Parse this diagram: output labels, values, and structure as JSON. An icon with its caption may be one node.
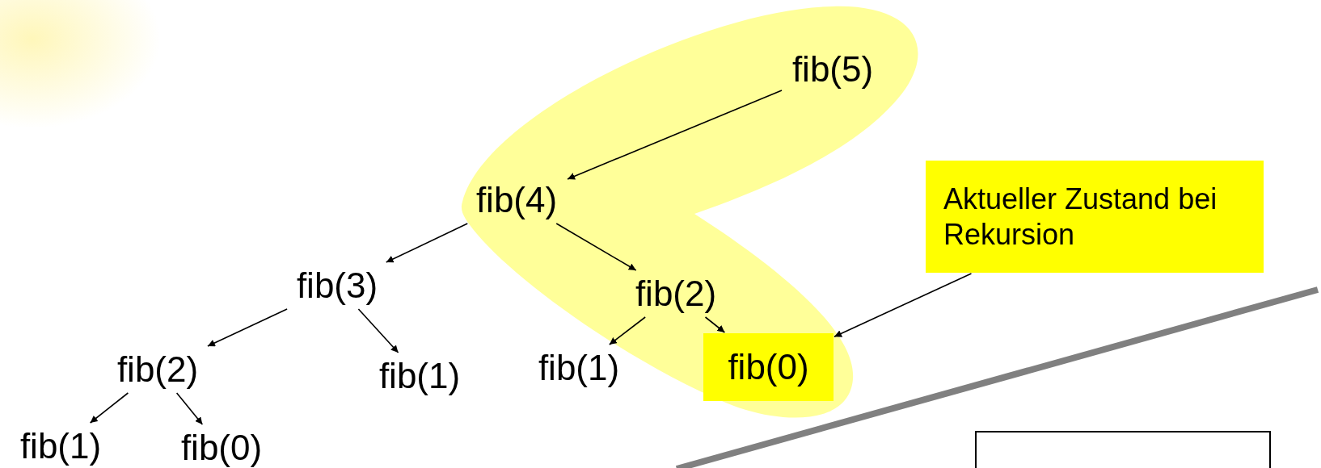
{
  "diagram": {
    "nodes": [
      {
        "text": [
          "fib(5)"
        ]
      },
      {
        "text": [
          "fib(4)"
        ]
      },
      {
        "text": [
          "fib(3)"
        ]
      },
      {
        "text": [
          "fib(2)"
        ]
      },
      {
        "text": [
          "fib(2)"
        ]
      },
      {
        "text": [
          "fib(1)"
        ]
      },
      {
        "text": [
          "fib(1)"
        ]
      },
      {
        "text": [
          "fib(0)"
        ]
      },
      {
        "text": [
          "fib(1)"
        ]
      },
      {
        "text": [
          "fib(0)"
        ]
      },
      {
        "text": [
          "Aktueller Zustand bei Rekursion"
        ]
      },
      {
        "text": [],
        "shape": "box"
      }
    ],
    "edges": [
      {
        "from": 0,
        "to": 1,
        "arrow": "to"
      },
      {
        "from": 1,
        "to": 2,
        "arrow": "to"
      },
      {
        "from": 1,
        "to": 3,
        "arrow": "to"
      },
      {
        "from": 2,
        "to": 4,
        "arrow": "to"
      },
      {
        "from": 2,
        "to": 5,
        "arrow": "to"
      },
      {
        "from": 3,
        "to": 6,
        "arrow": "to"
      },
      {
        "from": 3,
        "to": 7,
        "arrow": "to"
      },
      {
        "from": 4,
        "to": 8,
        "arrow": "to"
      },
      {
        "from": 4,
        "to": 9,
        "arrow": "to"
      },
      {
        "from": 10,
        "to": 7,
        "arrow": "to"
      }
    ]
  }
}
